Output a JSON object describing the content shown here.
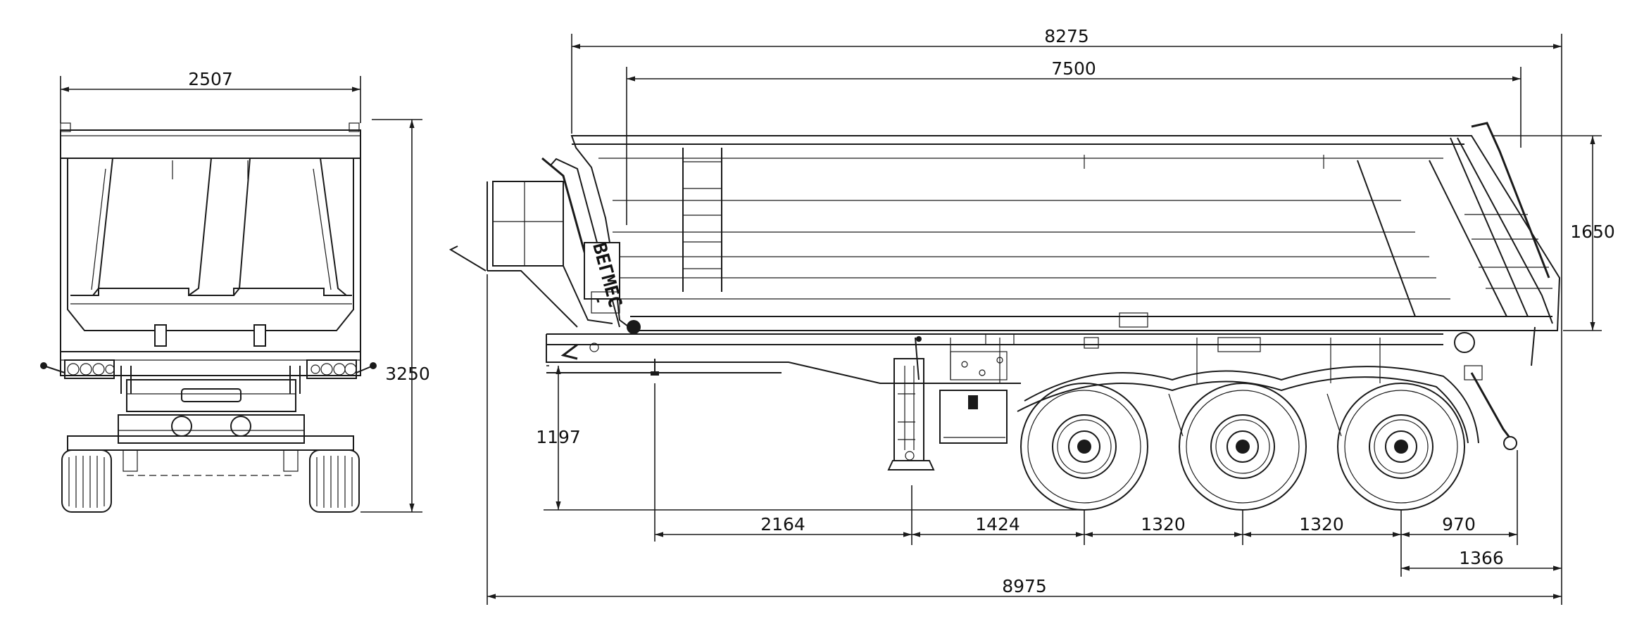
{
  "brand_mark": "BEГMEC",
  "colors": {
    "line": "#1a1a1a",
    "background": "#ffffff"
  },
  "dimensions": {
    "rear_view": {
      "body_width": "2507",
      "overall_height": "3250"
    },
    "side_view": {
      "overall_length": "8975",
      "body_length_outer": "8275",
      "body_length_inner": "7500",
      "body_side_height": "1650",
      "coupling_height": "1197",
      "kingpin_to_landing_gear": "2164",
      "landing_gear_to_axle1": "1424",
      "axle1_to_axle2": "1320",
      "axle2_to_axle3": "1320",
      "axle3_to_rear_frame": "970",
      "axle3_to_body_end": "1366"
    }
  }
}
